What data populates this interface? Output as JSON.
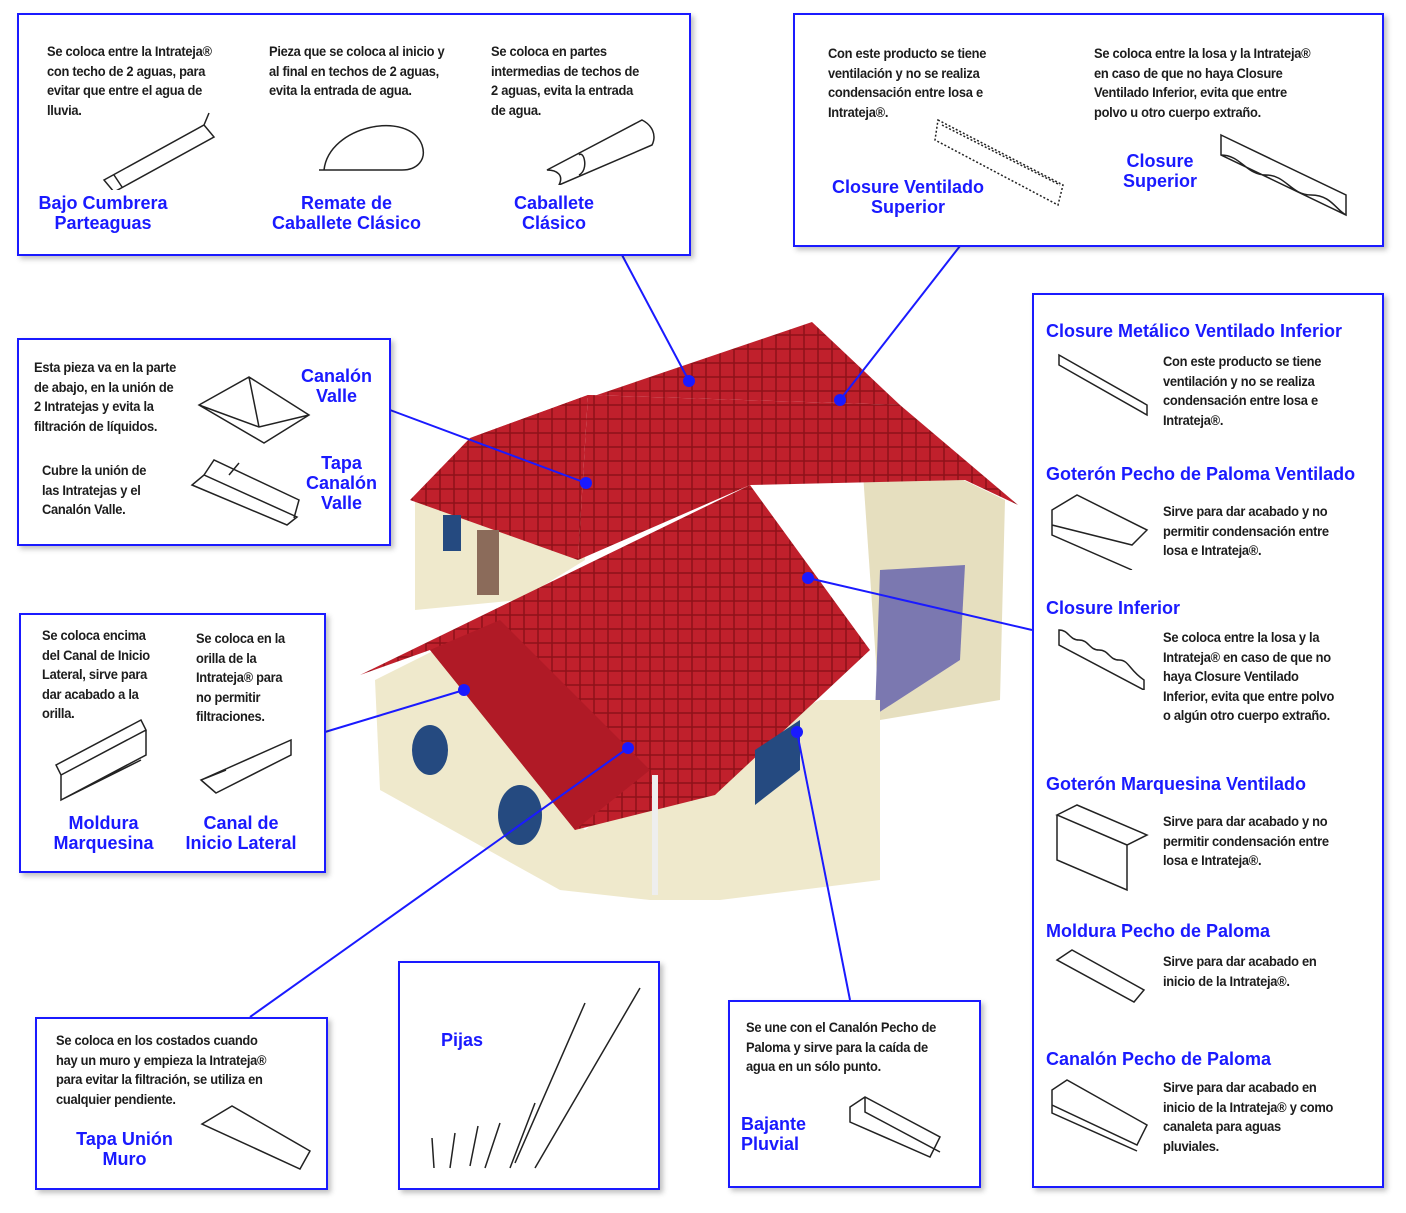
{
  "colors": {
    "accent": "#1a1aff",
    "roof": "#c0202c",
    "wall": "#efe9cc"
  },
  "top_left": [
    {
      "title": "Bajo Cumbrera\nParteaguas",
      "desc": "Se coloca entre la Intrateja®\ncon techo de 2 aguas, para\nevitar que entre el agua de\nlluvia."
    },
    {
      "title": "Remate de\nCaballete Clásico",
      "desc": "Pieza que se coloca al inicio y\nal final en techos de 2 aguas,\nevita la entrada de agua."
    },
    {
      "title": "Caballete\nClásico",
      "desc": "Se coloca en partes\nintermedias de techos de\n2 aguas, evita la entrada\nde agua."
    }
  ],
  "top_right": [
    {
      "title": "Closure Ventilado\nSuperior",
      "desc": "Con este producto se tiene\nventilación y no se realiza\ncondensación entre losa e\nIntrateja®."
    },
    {
      "title": "Closure\nSuperior",
      "desc": "Se coloca entre la losa y la Intrateja®\nen caso de que no haya Closure\nVentilado Inferior, evita que entre\npolvo u otro cuerpo extraño."
    }
  ],
  "valle": [
    {
      "title": "Canalón\nValle",
      "desc": "Esta pieza va en la parte\nde abajo, en la unión de\n2 Intratejas y evita la\nfiltración de líquidos."
    },
    {
      "title": "Tapa\nCanalón\nValle",
      "desc": "Cubre la unión de\nlas Intratejas y el\nCanalón Valle."
    }
  ],
  "moldura": [
    {
      "title": "Moldura\nMarquesina",
      "desc": "Se coloca encima\ndel Canal de Inicio\nLateral, sirve para\ndar acabado a la\norilla."
    },
    {
      "title": "Canal de\nInicio Lateral",
      "desc": "Se coloca en la\norilla de la\nIntrateja® para\nno permitir\nfiltraciones."
    }
  ],
  "muro": {
    "title": "Tapa Unión\nMuro",
    "desc": "Se coloca en los costados cuando\nhay un muro y empieza la Intrateja®\npara evitar la filtración, se utiliza en\ncualquier pendiente."
  },
  "pijas": {
    "title": "Pijas"
  },
  "bajante": {
    "title": "Bajante\nPluvial",
    "desc": "Se une con el Canalón Pecho de\nPaloma y sirve para la caída de\nagua en un sólo punto."
  },
  "right": [
    {
      "title": "Closure Metálico Ventilado Inferior",
      "desc": "Con este producto se tiene\nventilación y no se realiza\ncondensación entre losa e\nIntrateja®."
    },
    {
      "title": "Goterón Pecho de Paloma Ventilado",
      "desc": "Sirve para dar acabado y no\npermitir condensación entre\nlosa e Intrateja®."
    },
    {
      "title": "Closure Inferior",
      "desc": "Se coloca entre la losa y la\nIntrateja® en caso de que no\nhaya Closure Ventilado\nInferior, evita que entre polvo\no algún otro cuerpo extraño."
    },
    {
      "title": "Goterón Marquesina Ventilado",
      "desc": "Sirve para dar acabado y no\npermitir condensación entre\nlosa e Intrateja®."
    },
    {
      "title": "Moldura Pecho de Paloma",
      "desc": "Sirve para dar acabado en\ninicio de la Intrateja®."
    },
    {
      "title": "Canalón Pecho de Paloma",
      "desc": "Sirve para dar acabado en\ninicio de la Intrateja® y como\ncanaleta para aguas\npluviales."
    }
  ]
}
